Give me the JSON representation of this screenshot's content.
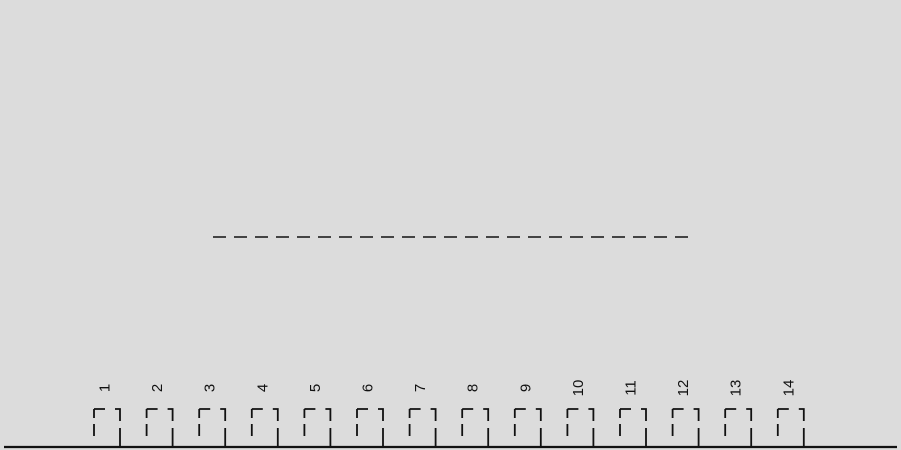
{
  "colors": {
    "background": "#dcdcdc",
    "ink": "#111111"
  },
  "slots": [
    {
      "label": "1"
    },
    {
      "label": "2"
    },
    {
      "label": "3"
    },
    {
      "label": "4"
    },
    {
      "label": "5"
    },
    {
      "label": "6"
    },
    {
      "label": "7"
    },
    {
      "label": "8"
    },
    {
      "label": "9"
    },
    {
      "label": "10"
    },
    {
      "label": "11"
    },
    {
      "label": "12"
    },
    {
      "label": "13"
    },
    {
      "label": "14"
    }
  ]
}
